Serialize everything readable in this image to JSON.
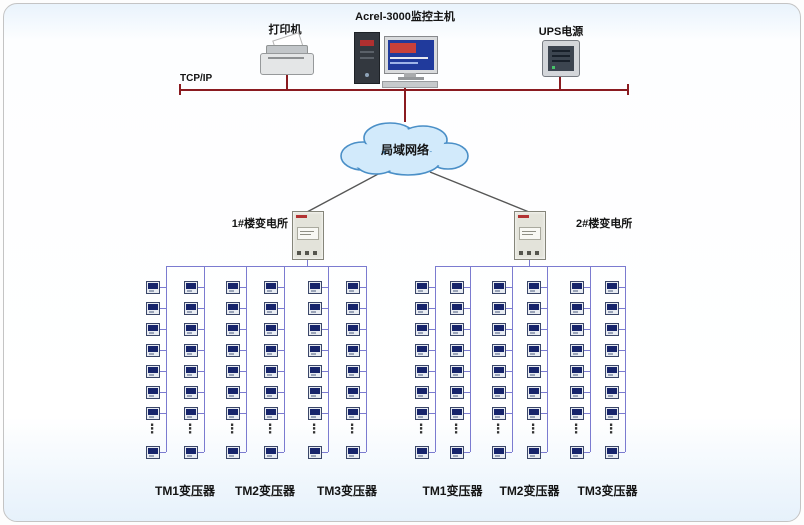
{
  "header": {
    "host_label": "Acrel-3000监控主机",
    "printer_label": "打印机",
    "ups_label": "UPS电源",
    "bus_label": "TCP/IP"
  },
  "cloud": {
    "label": "局域网络"
  },
  "substations": [
    {
      "label": "1#楼变电所",
      "transformers": [
        "TM1变压器",
        "TM2变压器",
        "TM3变压器"
      ]
    },
    {
      "label": "2#楼变电所",
      "transformers": [
        "TM1变压器",
        "TM2变压器",
        "TM3变压器"
      ]
    }
  ],
  "ellipsis": "⋮",
  "colors": {
    "bus_line": "#8a1b20",
    "feeder_line": "#7b7bd0",
    "cloud_fill": "#d2eafb",
    "cloud_stroke": "#4a8fc7",
    "text": "#141414"
  }
}
